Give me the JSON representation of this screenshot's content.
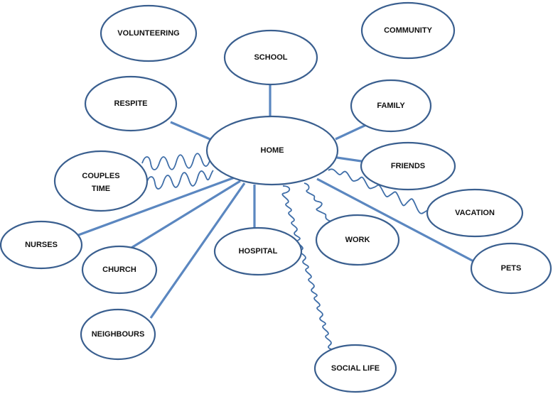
{
  "diagram": {
    "nodes": {
      "home": "HOME",
      "volunteering": "VOLUNTEERING",
      "community": "COMMUNITY",
      "school": "SCHOOL",
      "respite": "RESPITE",
      "family": "FAMILY",
      "couples_time_line1": "COUPLES",
      "couples_time_line2": "TIME",
      "friends": "FRIENDS",
      "vacation": "VACATION",
      "nurses": "NURSES",
      "church": "CHURCH",
      "hospital": "HOSPITAL",
      "work": "WORK",
      "pets": "PETS",
      "neighbours": "NEIGHBOURS",
      "social_life": "SOCIAL LIFE"
    },
    "colors": {
      "ellipse_stroke": "#3a5f8f",
      "link_color": "#5b87c0",
      "wavy_link_color": "#3f6ea8"
    }
  }
}
